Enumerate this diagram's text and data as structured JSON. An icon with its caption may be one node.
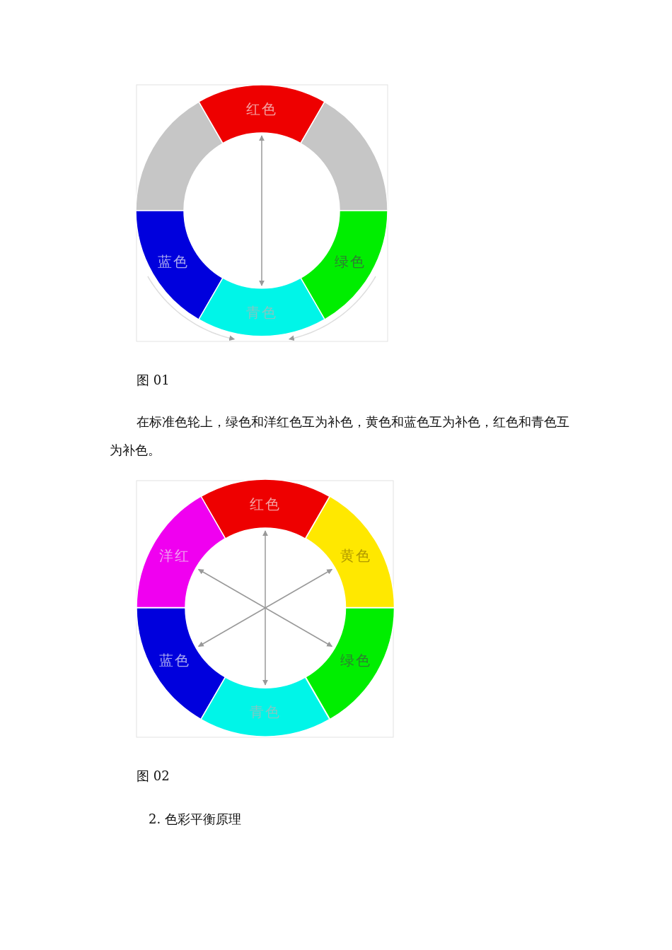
{
  "diagram": {
    "nodes": [
      {
        "text": [],
        "shape": "arc"
      },
      {
        "text": [
          "红色"
        ]
      },
      {
        "text": [],
        "shape": "arc"
      },
      {
        "text": [
          "蓝色"
        ]
      },
      {
        "text": [
          "绿色"
        ]
      },
      {
        "text": [
          "青色"
        ]
      },
      {
        "text": [
          "红色"
        ]
      },
      {
        "text": [
          "洋红"
        ]
      },
      {
        "text": [
          "黄色"
        ]
      },
      {
        "text": [
          "蓝色"
        ]
      },
      {
        "text": [
          "绿色"
        ]
      },
      {
        "text": [
          "青色"
        ]
      }
    ],
    "edges": [
      {
        "from": 1,
        "to": 5,
        "arrow": "both"
      },
      {
        "from": 6,
        "to": 11,
        "arrow": "both"
      },
      {
        "from": 7,
        "to": 10,
        "arrow": "both"
      },
      {
        "from": 8,
        "to": 9,
        "arrow": "both"
      },
      {
        "from": 3,
        "to": 5,
        "arrow": "to",
        "color": "#dddddd"
      },
      {
        "from": 4,
        "to": 5,
        "arrow": "to",
        "color": "#dddddd"
      }
    ],
    "labels": [
      "图 01",
      "在标准色轮上，绿色和洋红色互为补色，黄色和蓝色互为补色，红色和青色互为补色。",
      "图 02",
      "2. 色彩平衡原理"
    ]
  }
}
